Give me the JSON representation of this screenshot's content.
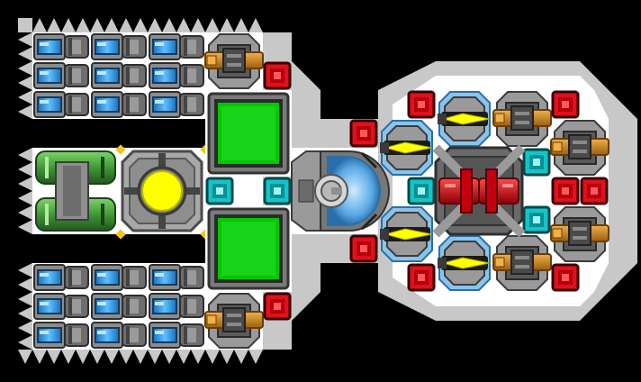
{
  "scene": {
    "name": "ship-builder-layout",
    "colors": {
      "background": "#000000",
      "hull": "#c8c8c8",
      "deck": "#ffffff",
      "metal_dark": "#3c3c3c",
      "metal_mid": "#7a7a7a",
      "metal_light": "#b4b4b4",
      "glass_blue": "#2e9be0",
      "glass_light": "#9fd8ff",
      "green": "#19c31f",
      "green_dark": "#2f6f2a",
      "yellow": "#ffff00",
      "orange": "#d38a1c",
      "red": "#e0101c",
      "teal": "#13c5c9"
    }
  },
  "modules": {
    "battery_cell": "battery-cell",
    "cannon": "cannon-turret",
    "laser": "laser-turret",
    "thruster_block": "thruster-block",
    "reactor": "reactor-core",
    "cockpit": "cockpit",
    "supply_crate": "supply-crate",
    "armor_plate": "armor-plate",
    "gyro": "gyroscope",
    "engine": "engine"
  }
}
